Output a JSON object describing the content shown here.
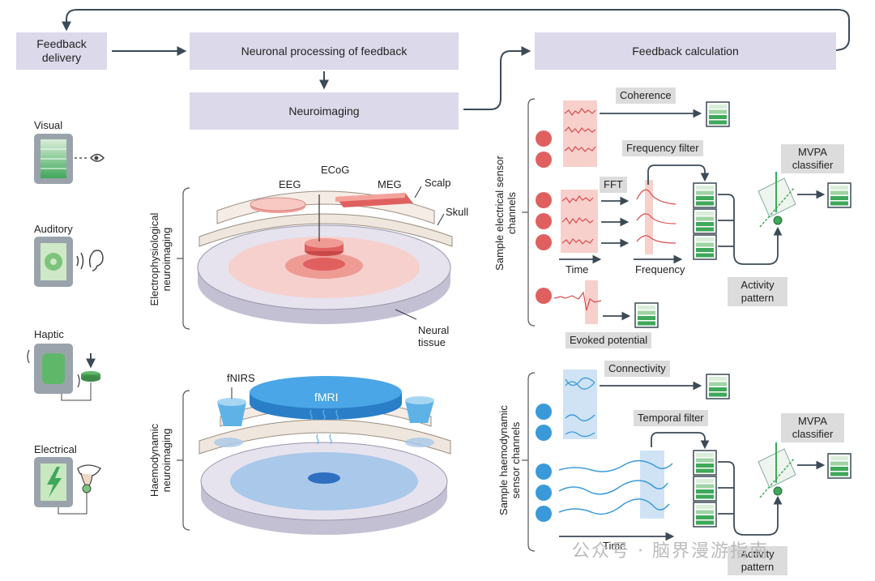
{
  "flow": {
    "feedback_delivery": "Feedback delivery",
    "neuronal_processing": "Neuronal processing of feedback",
    "neuroimaging": "Neuroimaging",
    "feedback_calculation": "Feedback calculation"
  },
  "modalities": {
    "visual": "Visual",
    "auditory": "Auditory",
    "haptic": "Haptic",
    "electrical": "Electrical"
  },
  "electro": {
    "section_label": "Electrophysiological neuroimaging",
    "eeg": "EEG",
    "ecog": "ECoG",
    "meg": "MEG",
    "scalp": "Scalp",
    "skull": "Skull",
    "neural_tissue": "Neural tissue"
  },
  "haemo": {
    "section_label": "Haemodynamic neuroimaging",
    "fnirs": "fNIRS",
    "fmri": "fMRI"
  },
  "electrical_channels": {
    "section_label": "Sample electrical sensor channels",
    "coherence": "Coherence",
    "fft": "FFT",
    "frequency_filter": "Frequency filter",
    "mvpa": "MVPA classifier",
    "time": "Time",
    "frequency": "Frequency",
    "activity_pattern": "Activity pattern",
    "evoked_potential": "Evoked potential"
  },
  "haemo_channels": {
    "section_label": "Sample haemodynamic sensor channels",
    "connectivity": "Connectivity",
    "temporal_filter": "Temporal filter",
    "mvpa": "MVPA classifier",
    "time": "Time",
    "activity_pattern": "Activity pattern"
  },
  "watermark": "公众号 · 脑界漫游指南",
  "colors": {
    "flow_box": "#dcd9ea",
    "electrical_red": "#e06060",
    "haemo_blue": "#3a9ad9",
    "classifier_green": "#3fa85a",
    "arrow": "#3c4a55"
  }
}
